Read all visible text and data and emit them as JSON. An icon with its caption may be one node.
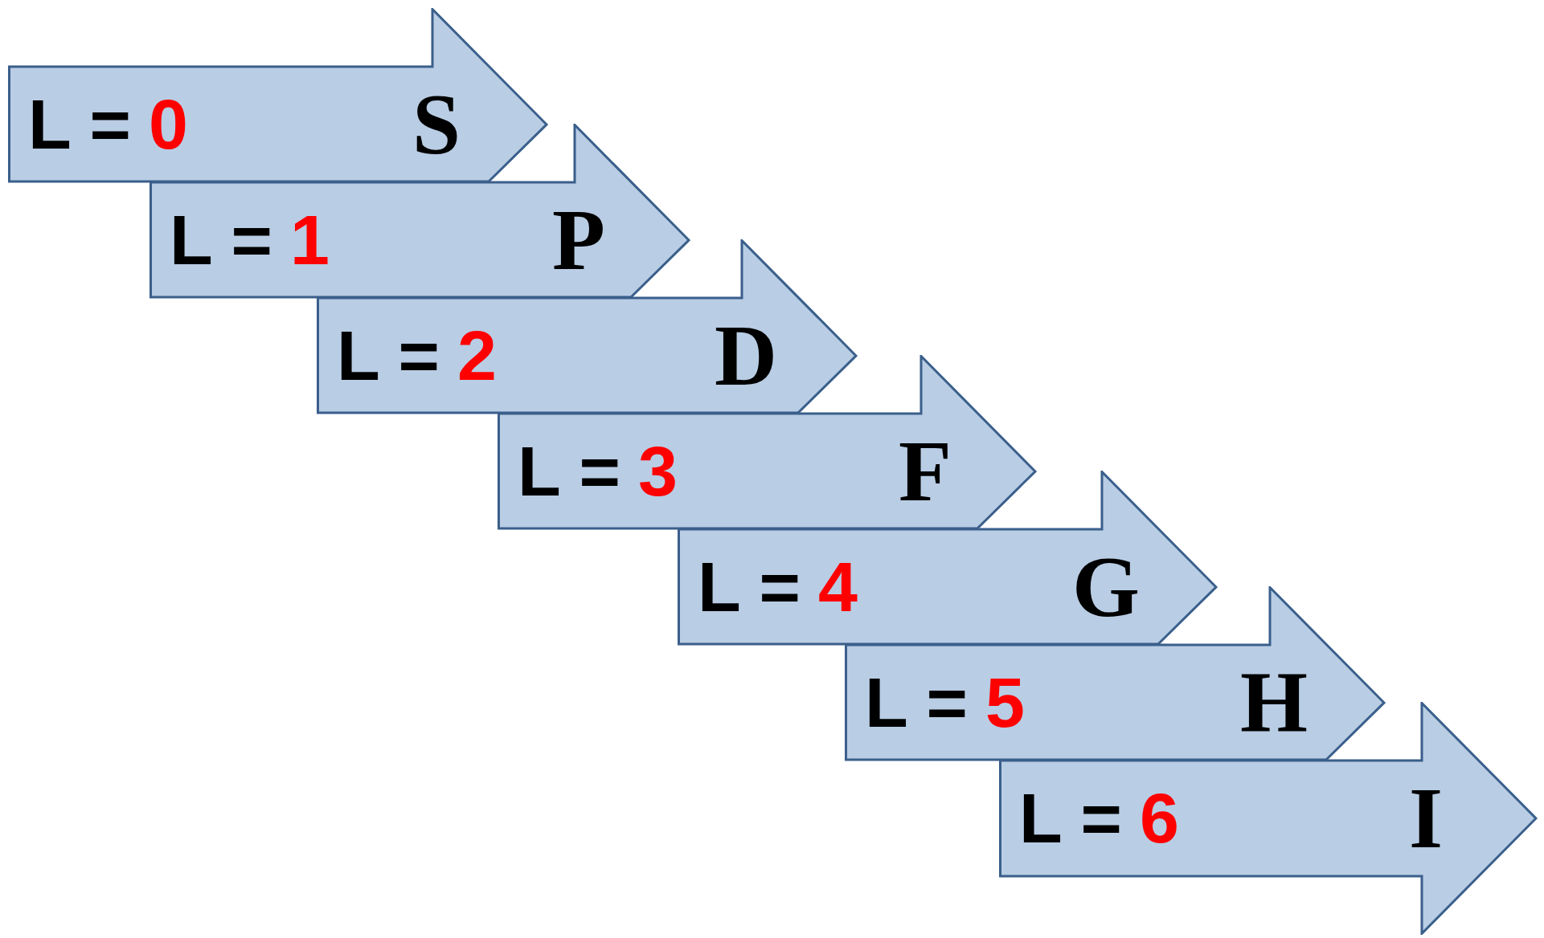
{
  "diagram": {
    "nodes": [
      {
        "text": [
          "L =",
          "0",
          "S"
        ]
      },
      {
        "text": [
          "L =",
          "1",
          "P"
        ]
      },
      {
        "text": [
          "L =",
          "2",
          "D"
        ]
      },
      {
        "text": [
          "L =",
          "3",
          "F"
        ]
      },
      {
        "text": [
          "L =",
          "4",
          "G"
        ]
      },
      {
        "text": [
          "L =",
          "5",
          "H"
        ]
      },
      {
        "text": [
          "L =",
          "6",
          "I"
        ]
      }
    ]
  }
}
